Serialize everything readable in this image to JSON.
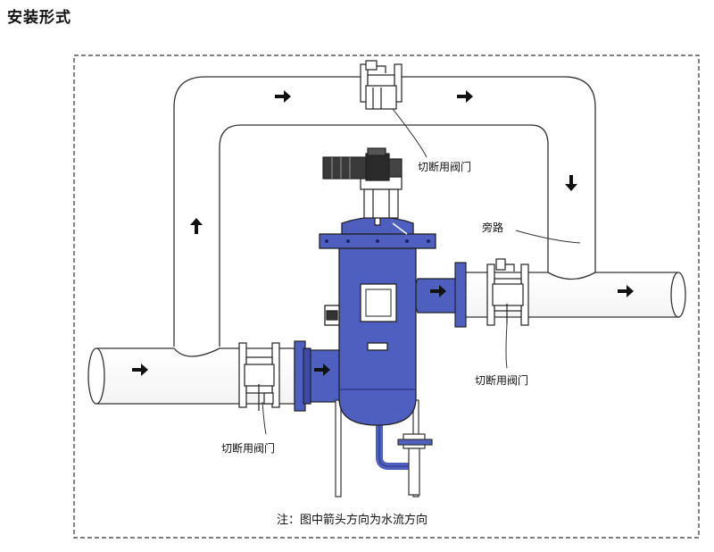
{
  "header": {
    "title": "安装形式"
  },
  "labels": {
    "valve_top": "切断用阀门",
    "valve_right": "切断用阀门",
    "valve_left": "切断用阀门",
    "bypass": "旁路"
  },
  "note": "注：图中箭头方向为水流方向",
  "colors": {
    "filter_body": "#4f5fc0",
    "filter_dark": "#2c3580",
    "motor": "#3a3a3a",
    "pipe_line": "#333333",
    "arrow": "#111111"
  }
}
